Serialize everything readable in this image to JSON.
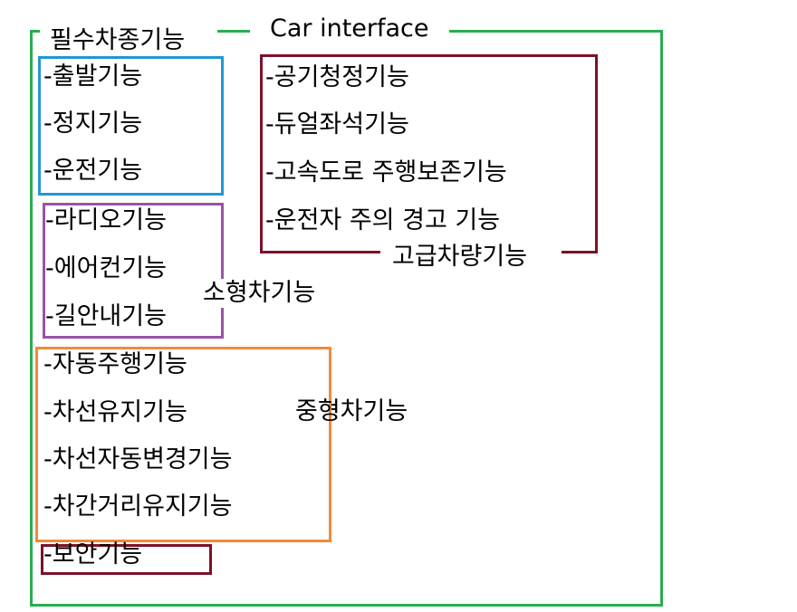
{
  "title": "Car interface",
  "colors": {
    "outer": "#27ae4f",
    "essential": "#2296d4",
    "small": "#9b52a8",
    "medium": "#f08a3a",
    "premium": "#7b1228",
    "security": "#7b1228"
  },
  "groups": {
    "essential": {
      "label": "필수차종기능",
      "items": [
        "-출발기능",
        "-정지기능",
        "-운전기능"
      ]
    },
    "small": {
      "label": "소형차기능",
      "items": [
        "-라디오기능",
        "-에어컨기능",
        "-길안내기능"
      ]
    },
    "medium": {
      "label": "중형차기능",
      "items": [
        "-자동주행기능",
        "-차선유지기능",
        "-차선자동변경기능",
        "-차간거리유지기능"
      ]
    },
    "premium": {
      "label": "고급차량기능",
      "items": [
        "-공기청정기능",
        "-듀얼좌석기능",
        "-고속도로 주행보존기능",
        "-운전자 주의 경고 기능"
      ]
    },
    "security": {
      "items": [
        "-보안기능"
      ]
    }
  }
}
